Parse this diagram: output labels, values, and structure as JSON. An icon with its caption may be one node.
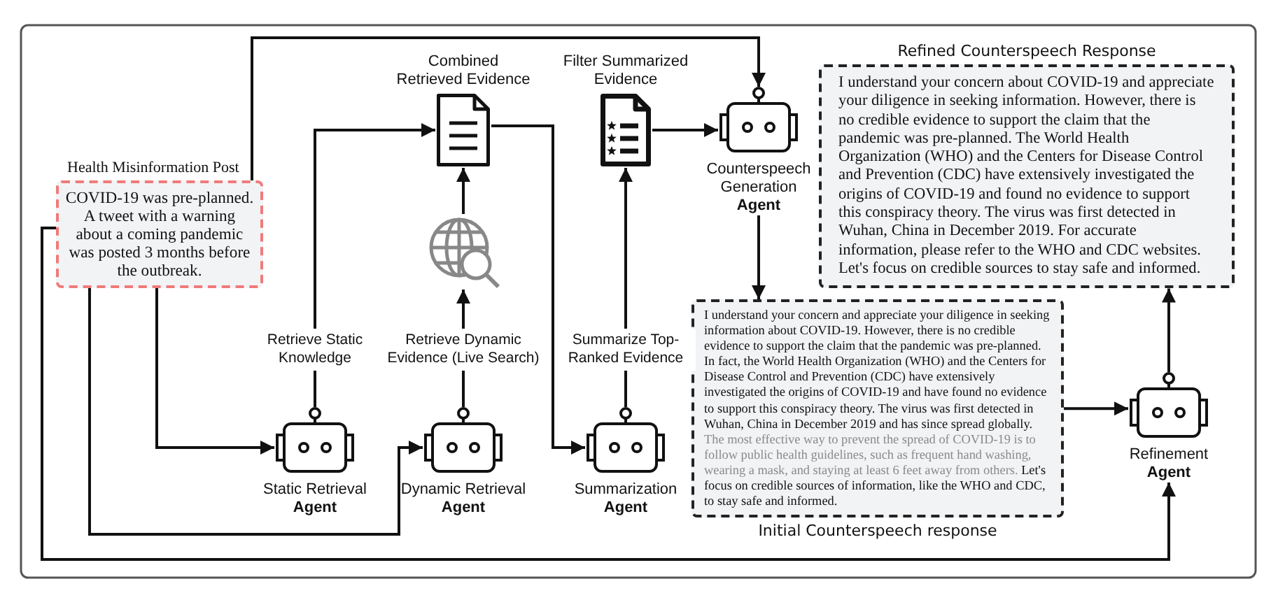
{
  "diagram": {
    "nodes": [
      {
        "text": [
          "Health Misinformation Post",
          "COVID-19 was pre-planned. A tweet with a warning about a coming pandemic was posted 3 months before the outbreak."
        ]
      },
      {
        "text": [
          "Combined Retrieved Evidence"
        ]
      },
      {
        "text": [],
        "shape": "globe"
      },
      {
        "text": [
          "Filter Summarized Evidence"
        ]
      },
      {
        "text": [
          "Counterspeech Generation",
          "Agent"
        ]
      },
      {
        "text": [
          "Refined Counterspeech Response",
          "I understand your concern about COVID-19 and appreciate your diligence in seeking information. However, there is no credible evidence to support the claim that the pandemic was pre-planned. The World Health Organization (WHO) and the Centers for Disease Control and Prevention (CDC) have extensively investigated the origins of COVID-19 and found no evidence to support this conspiracy theory. The virus was first detected in Wuhan, China in December 2019. For accurate information, please refer to the WHO and CDC websites. Let's focus on credible sources to stay safe and informed."
        ]
      },
      {
        "text": [
          "Static Retrieval",
          "Agent"
        ]
      },
      {
        "text": [
          "Dynamic Retrieval",
          "Agent"
        ]
      },
      {
        "text": [
          "Summarization",
          "Agent"
        ]
      },
      {
        "text": [
          "I understand your concern and appreciate your diligence in seeking information about COVID-19. However, there is no credible evidence to support the claim that the pandemic was pre-planned. In fact, the World Health Organization (WHO) and the Centers for Disease Control and Prevention (CDC) have extensively investigated the origins of COVID-19 and have found no evidence to support this conspiracy theory. The virus was first detected in Wuhan, China in December 2019 and has since spread globally.",
          "The most effective way to prevent the spread of COVID-19 is to follow public health guidelines, such as frequent hand washing, wearing a mask, and staying at least 6 feet away from others.",
          "Let's focus on credible sources of information, like the WHO and CDC, to stay safe and informed.",
          "Initial Counterspeech response"
        ]
      },
      {
        "text": [
          "Refinement",
          "Agent"
        ]
      }
    ],
    "edges": [
      {
        "from": 0,
        "to": 6,
        "arrow": "to"
      },
      {
        "from": 0,
        "to": 7,
        "arrow": "to"
      },
      {
        "from": 0,
        "to": 10,
        "arrow": "to"
      },
      {
        "from": 0,
        "to": 4,
        "arrow": "to"
      },
      {
        "from": 6,
        "to": 1,
        "arrow": "to",
        "label": "Retrieve Static Knowledge"
      },
      {
        "from": 7,
        "to": 2,
        "arrow": "to",
        "label": "Retrieve Dynamic Evidence (Live Search)"
      },
      {
        "from": 2,
        "to": 1,
        "arrow": "to"
      },
      {
        "from": 1,
        "to": 8,
        "arrow": "to"
      },
      {
        "from": 8,
        "to": 3,
        "arrow": "to",
        "label": "Summarize Top-Ranked Evidence"
      },
      {
        "from": 3,
        "to": 4,
        "arrow": "to"
      },
      {
        "from": 4,
        "to": 9,
        "arrow": "to"
      },
      {
        "from": 9,
        "to": 10,
        "arrow": "to"
      },
      {
        "from": 10,
        "to": 5,
        "arrow": "to"
      }
    ]
  }
}
